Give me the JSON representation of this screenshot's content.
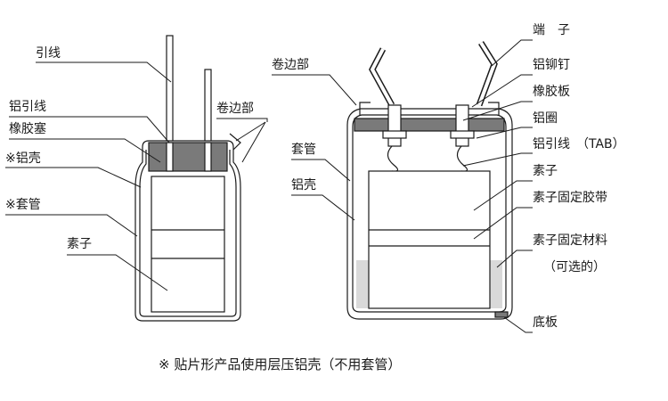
{
  "left_labels": {
    "lead_wire": "引线",
    "al_lead_wire": "铝引线",
    "rubber_plug": "橡胶塞",
    "al_case": "※铝壳",
    "sleeve": "※套管",
    "element": "素子",
    "curl_part": "卷边部"
  },
  "right_labels": {
    "curl_part": "卷边部",
    "sleeve": "套管",
    "al_case": "铝壳",
    "terminal": "端　子",
    "al_rivet": "铝铆钉",
    "rubber_board": "橡胶板",
    "al_ring": "铝圈",
    "al_lead_tab": "铝引线　（TAB）",
    "element": "素子",
    "element_tape": "素子固定胶带",
    "element_material": "素子固定材料",
    "optional": "（可选的）",
    "base_plate": "底板"
  },
  "footnote": "※ 贴片形产品使用层压铝壳（不用套管）"
}
